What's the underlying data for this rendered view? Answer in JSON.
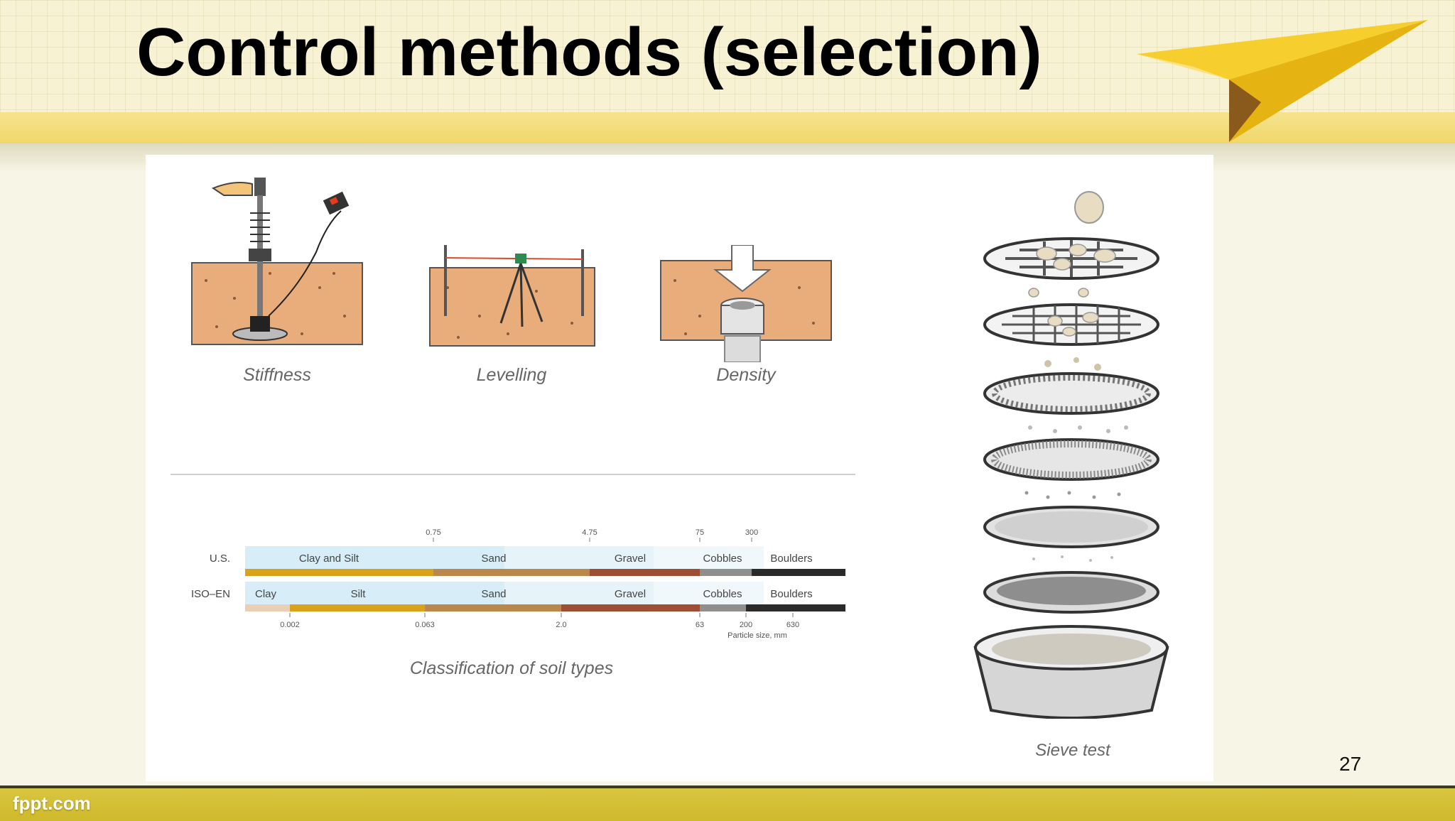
{
  "slide": {
    "title": "Control methods (selection)",
    "page_number": "27"
  },
  "captions": {
    "stiffness": "Stiffness",
    "levelling": "Levelling",
    "density": "Density",
    "classification": "Classification of soil types",
    "sieve": "Sieve test"
  },
  "soil_chart": {
    "us_label": "U.S.",
    "iso_label": "ISO–EN",
    "us_segments": [
      "Clay and Silt",
      "Sand",
      "Gravel",
      "Cobbles",
      "Boulders"
    ],
    "iso_segments": [
      "Clay",
      "Silt",
      "Sand",
      "Gravel",
      "Cobbles",
      "Boulders"
    ],
    "top_ticks": [
      "0.75",
      "4.75",
      "75",
      "300"
    ],
    "bottom_ticks": [
      "0.002",
      "0.063",
      "2.0",
      "63",
      "200",
      "630"
    ],
    "unit_label": "Particle size, mm"
  },
  "footer": {
    "brand": "fppt.com"
  },
  "colors": {
    "soil": "#e8ad7b",
    "band_light": "#d7edf7",
    "header_stripe": "#efd76a",
    "footer": "#d3be33",
    "plane": "#f2c61c"
  }
}
